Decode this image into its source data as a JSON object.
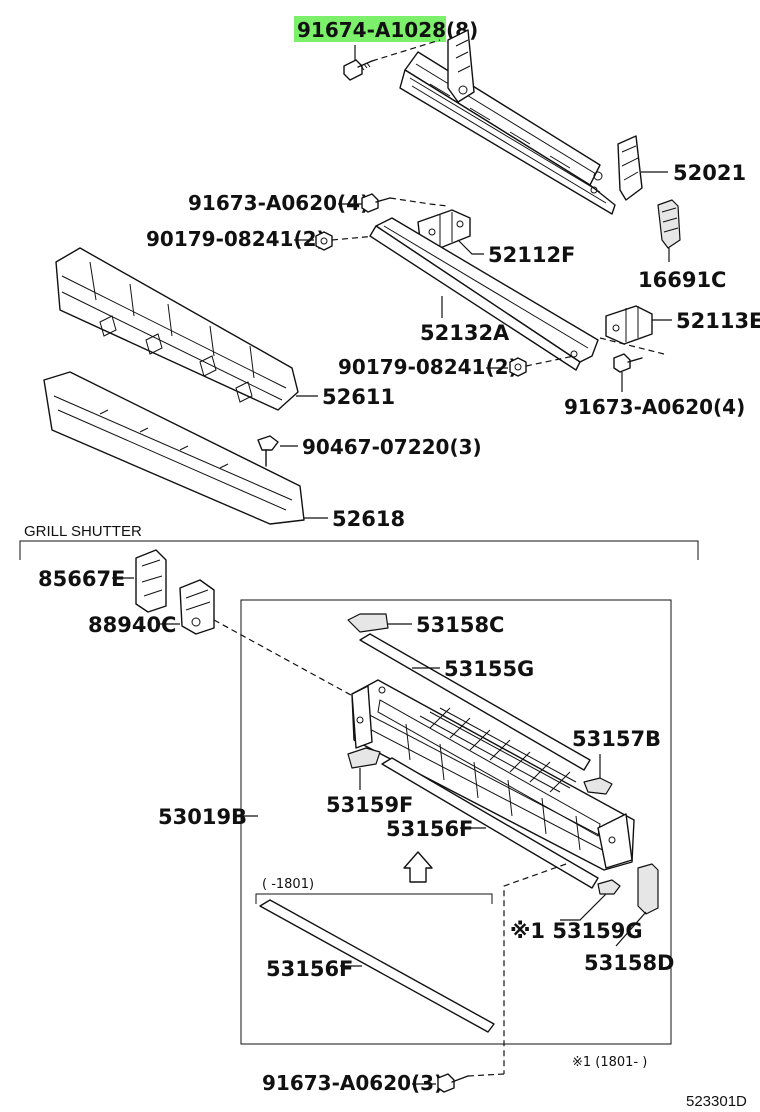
{
  "parts": {
    "p91674": "91674-A1028(8)",
    "p52021": "52021",
    "p91673_a": "91673-A0620(4)",
    "p90179_a": "90179-08241(2)",
    "p52112F": "52112F",
    "p16691C": "16691C",
    "p52132A": "52132A",
    "p52113E": "52113E",
    "p90179_b": "90179-08241(2)",
    "p91673_b": "91673-A0620(4)",
    "p52611": "52611",
    "p90467": "90467-07220(3)",
    "p52618": "52618",
    "p85667E": "85667E",
    "p88940C": "88940C",
    "p53158C": "53158C",
    "p53155G": "53155G",
    "p53157B": "53157B",
    "p53019B": "53019B",
    "p53159F": "53159F",
    "p53156F": "53156F",
    "p53156F_inset": "53156F",
    "p53159G": "※1 53159G",
    "p53158D": "53158D",
    "p91673_c": "91673-A0620(3)"
  },
  "section": {
    "grill_shutter": "GRILL SHUTTER"
  },
  "notes": {
    "inset_range": "(      -1801)",
    "note1": "※1 (1801-      )"
  },
  "footer": {
    "diagram_code": "523301D"
  },
  "colors": {
    "highlight": "#7CF06A",
    "line": "#111111"
  }
}
